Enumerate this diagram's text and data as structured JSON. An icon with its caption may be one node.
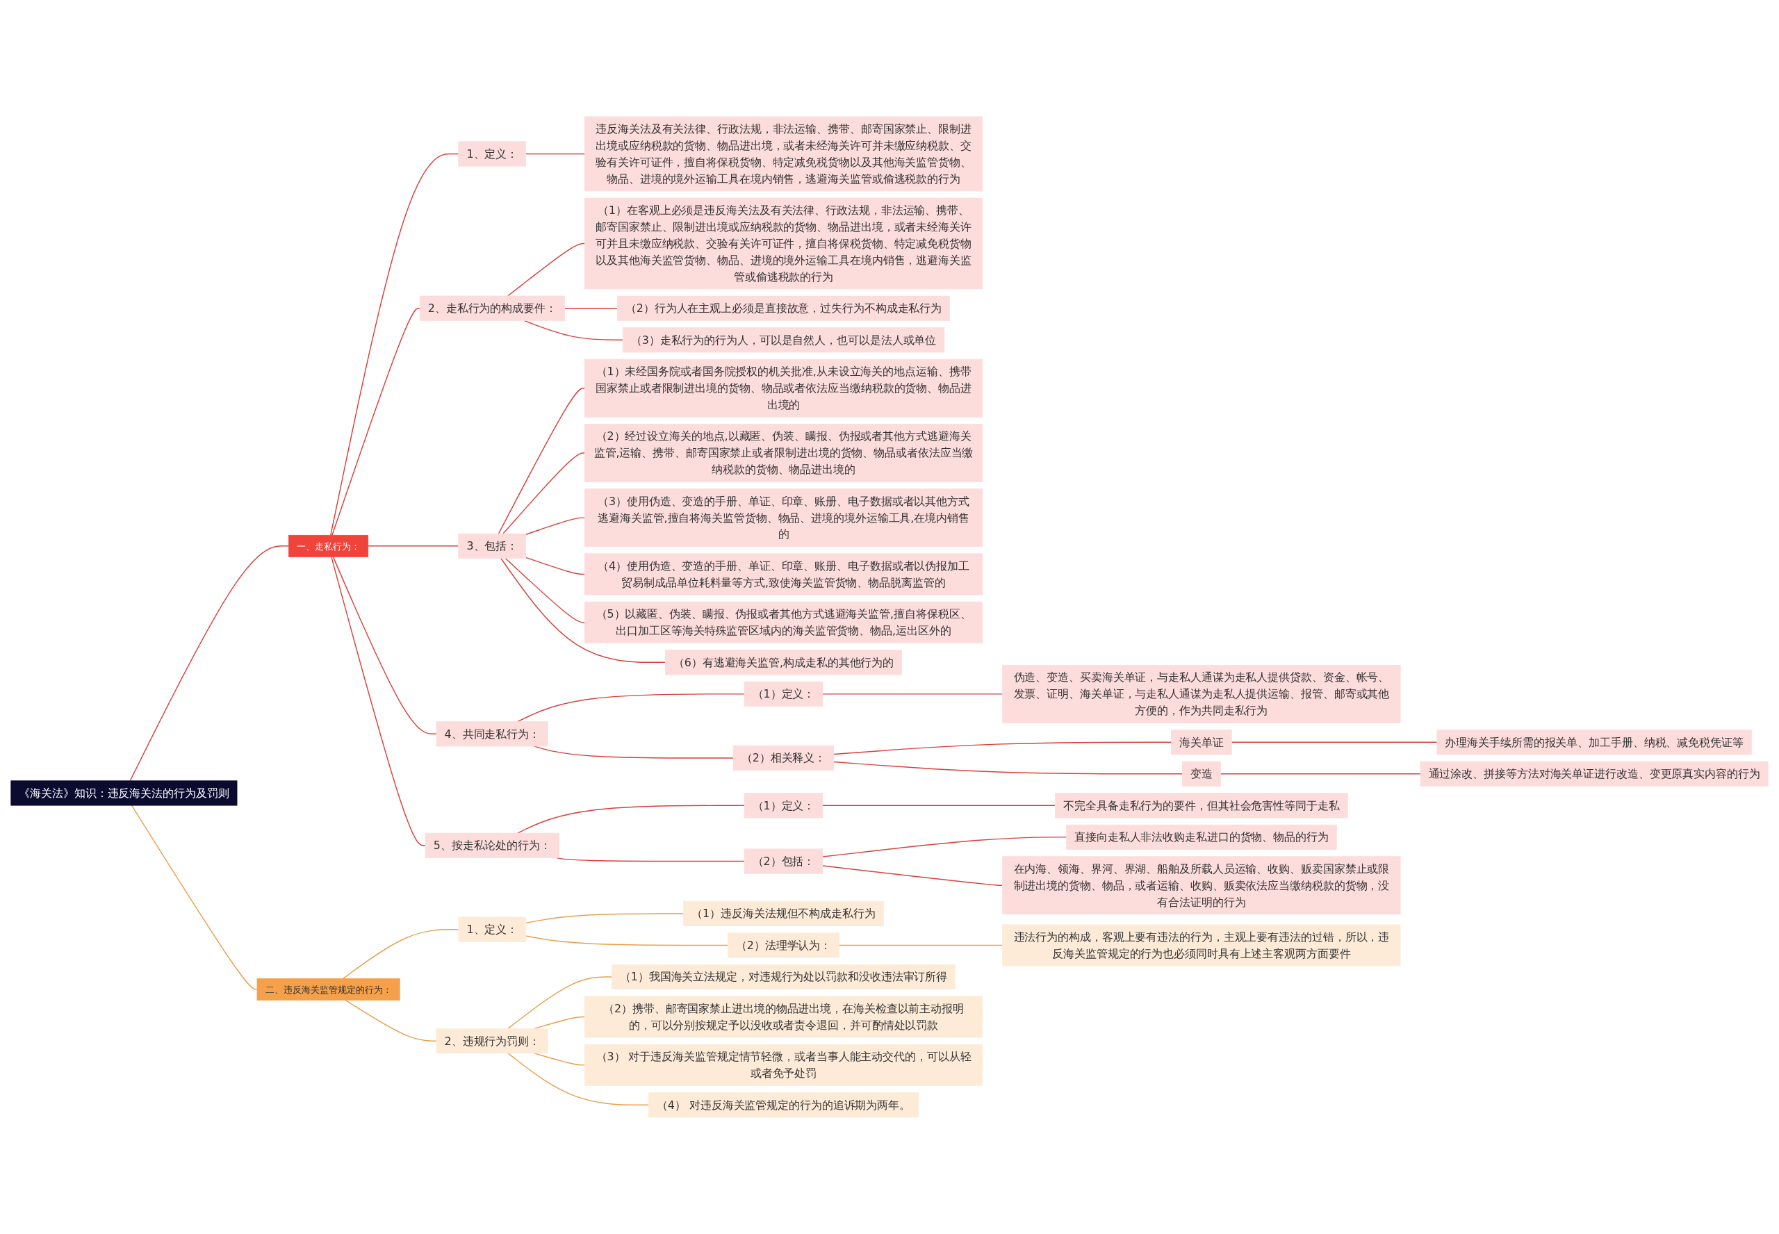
{
  "diagram": {
    "nodes": [
      {
        "text": [
          "《海关法》知识：违反海关法的行为及罚则"
        ]
      },
      {
        "text": [
          "一、走私行为："
        ]
      },
      {
        "text": [
          "1、定义："
        ]
      },
      {
        "text": [
          "违反海关法及有关法律、行政法规，非法运输、携带、邮寄国家禁止、限制进出境或应纳税款的货物、物品进出境，或者未经海关许可并未缴应纳税款、交验有关许可证件，擅自将保税货物、特定减免税货物以及其他海关监管货物、物品、进境的境外运输工具在境内销售，逃避海关监管或偷逃税款的行为"
        ]
      },
      {
        "text": [
          "2、走私行为的构成要件："
        ]
      },
      {
        "text": [
          "（1）在客观上必须是违反海关法及有关法律、行政法规，非法运输、携带、邮寄国家禁止、限制进出境或应纳税款的货物、物品进出境，或者未经海关许可并且未缴应纳税款、交验有关许可证件，擅自将保税货物、特定减免税货物以及其他海关监管货物、物品、进境的境外运输工具在境内销售，逃避海关监管或偷逃税款的行为"
        ]
      },
      {
        "text": [
          "（2）行为人在主观上必须是直接故意，过失行为不构成走私行为"
        ]
      },
      {
        "text": [
          "（3）走私行为的行为人，可以是自然人，也可以是法人或单位"
        ]
      },
      {
        "text": [
          "3、包括："
        ]
      },
      {
        "text": [
          "（1）未经国务院或者国务院授权的机关批准,从未设立海关的地点运输、携带国家禁止或者限制进出境的货物、物品或者依法应当缴纳税款的货物、物品进出境的"
        ]
      },
      {
        "text": [
          "（2）经过设立海关的地点,以藏匿、伪装、瞒报、伪报或者其他方式逃避海关监管,运输、携带、邮寄国家禁止或者限制进出境的货物、物品或者依法应当缴纳税款的货物、物品进出境的"
        ]
      },
      {
        "text": [
          "（3）使用伪造、变造的手册、单证、印章、账册、电子数据或者以其他方式逃避海关监管,擅自将海关监管货物、物品、进境的境外运输工具,在境内销售的"
        ]
      },
      {
        "text": [
          "（4）使用伪造、变造的手册、单证、印章、账册、电子数据或者以伪报加工贸易制成品单位耗料量等方式,致使海关监管货物、物品脱离监管的"
        ]
      },
      {
        "text": [
          "（5）以藏匿、伪装、瞒报、伪报或者其他方式逃避海关监管,擅自将保税区、出口加工区等海关特殊监管区域内的海关监管货物、物品,运出区外的"
        ]
      },
      {
        "text": [
          "（6）有逃避海关监管,构成走私的其他行为的"
        ]
      },
      {
        "text": [
          "4、共同走私行为："
        ]
      },
      {
        "text": [
          "（1）定义："
        ]
      },
      {
        "text": [
          "伪造、变造、买卖海关单证，与走私人通谋为走私人提供贷款、资金、帐号、发票、证明、海关单证，与走私人通谋为走私人提供运输、报管、邮寄或其他方便的，作为共同走私行为"
        ]
      },
      {
        "text": [
          "（2）相关释义："
        ]
      },
      {
        "text": [
          "海关单证"
        ]
      },
      {
        "text": [
          "办理海关手续所需的报关单、加工手册、纳税、减免税凭证等"
        ]
      },
      {
        "text": [
          "变造"
        ]
      },
      {
        "text": [
          "通过涂改、拼接等方法对海关单证进行改造、变更原真实内容的行为"
        ]
      },
      {
        "text": [
          "5、按走私论处的行为："
        ]
      },
      {
        "text": [
          "（1）定义："
        ]
      },
      {
        "text": [
          "不完全具备走私行为的要件，但其社会危害性等同于走私"
        ]
      },
      {
        "text": [
          "（2）包括："
        ]
      },
      {
        "text": [
          "直接向走私人非法收购走私进口的货物、物品的行为"
        ]
      },
      {
        "text": [
          "在内海、领海、界河、界湖、船舶及所载人员运输、收购、贩卖国家禁止或限制进出境的货物、物品，或者运输、收购、贩卖依法应当缴纳税款的货物，没有合法证明的行为"
        ]
      },
      {
        "text": [
          "二、违反海关监管规定的行为："
        ]
      },
      {
        "text": [
          "1、定义："
        ]
      },
      {
        "text": [
          "（1）违反海关法规但不构成走私行为"
        ]
      },
      {
        "text": [
          "（2）法理学认为："
        ]
      },
      {
        "text": [
          "违法行为的构成，客观上要有违法的行为，主观上要有违法的过错，所以，违反海关监管规定的行为也必须同时具有上述主客观两方面要件"
        ]
      },
      {
        "text": [
          "2、违规行为罚则："
        ]
      },
      {
        "text": [
          "（1）我国海关立法规定，对违规行为处以罚款和没收违法审订所得"
        ]
      },
      {
        "text": [
          "（2）携带、邮寄国家禁止进出境的物品进出境，在海关检查以前主动报明的，可以分别按规定予以没收或者责令退回，并可酌情处以罚款"
        ]
      },
      {
        "text": [
          "（3） 对于违反海关监管规定情节轻微，或者当事人能主动交代的，可以从轻或者免予处罚"
        ]
      },
      {
        "text": [
          "（4） 对违反海关监管规定的行为的追诉期为两年。"
        ]
      }
    ],
    "edges": [
      {
        "from": 0,
        "to": 1,
        "arrow": "none"
      },
      {
        "from": 1,
        "to": 2,
        "arrow": "none"
      },
      {
        "from": 2,
        "to": 3,
        "arrow": "none"
      },
      {
        "from": 1,
        "to": 4,
        "arrow": "none"
      },
      {
        "from": 4,
        "to": 5,
        "arrow": "none"
      },
      {
        "from": 4,
        "to": 6,
        "arrow": "none"
      },
      {
        "from": 4,
        "to": 7,
        "arrow": "none"
      },
      {
        "from": 1,
        "to": 8,
        "arrow": "none"
      },
      {
        "from": 8,
        "to": 9,
        "arrow": "none"
      },
      {
        "from": 8,
        "to": 10,
        "arrow": "none"
      },
      {
        "from": 8,
        "to": 11,
        "arrow": "none"
      },
      {
        "from": 8,
        "to": 12,
        "arrow": "none"
      },
      {
        "from": 8,
        "to": 13,
        "arrow": "none"
      },
      {
        "from": 8,
        "to": 14,
        "arrow": "none"
      },
      {
        "from": 1,
        "to": 15,
        "arrow": "none"
      },
      {
        "from": 15,
        "to": 16,
        "arrow": "none"
      },
      {
        "from": 16,
        "to": 17,
        "arrow": "none"
      },
      {
        "from": 15,
        "to": 18,
        "arrow": "none"
      },
      {
        "from": 18,
        "to": 19,
        "arrow": "none"
      },
      {
        "from": 19,
        "to": 20,
        "arrow": "none"
      },
      {
        "from": 18,
        "to": 21,
        "arrow": "none"
      },
      {
        "from": 21,
        "to": 22,
        "arrow": "none"
      },
      {
        "from": 1,
        "to": 23,
        "arrow": "none"
      },
      {
        "from": 23,
        "to": 24,
        "arrow": "none"
      },
      {
        "from": 24,
        "to": 25,
        "arrow": "none"
      },
      {
        "from": 23,
        "to": 26,
        "arrow": "none"
      },
      {
        "from": 26,
        "to": 27,
        "arrow": "none"
      },
      {
        "from": 26,
        "to": 28,
        "arrow": "none"
      },
      {
        "from": 0,
        "to": 29,
        "arrow": "none",
        "color": "#e8a04f"
      },
      {
        "from": 29,
        "to": 30,
        "arrow": "none",
        "color": "#e8a04f"
      },
      {
        "from": 30,
        "to": 31,
        "arrow": "none",
        "color": "#e8a04f"
      },
      {
        "from": 30,
        "to": 32,
        "arrow": "none",
        "color": "#e8a04f"
      },
      {
        "from": 32,
        "to": 33,
        "arrow": "none",
        "color": "#e8a04f"
      },
      {
        "from": 29,
        "to": 34,
        "arrow": "none",
        "color": "#e8a04f"
      },
      {
        "from": 34,
        "to": 35,
        "arrow": "none",
        "color": "#e8a04f"
      },
      {
        "from": 34,
        "to": 36,
        "arrow": "none",
        "color": "#e8a04f"
      },
      {
        "from": 34,
        "to": 37,
        "arrow": "none",
        "color": "#e8a04f"
      },
      {
        "from": 34,
        "to": 38,
        "arrow": "none",
        "color": "#e8a04f"
      }
    ]
  }
}
